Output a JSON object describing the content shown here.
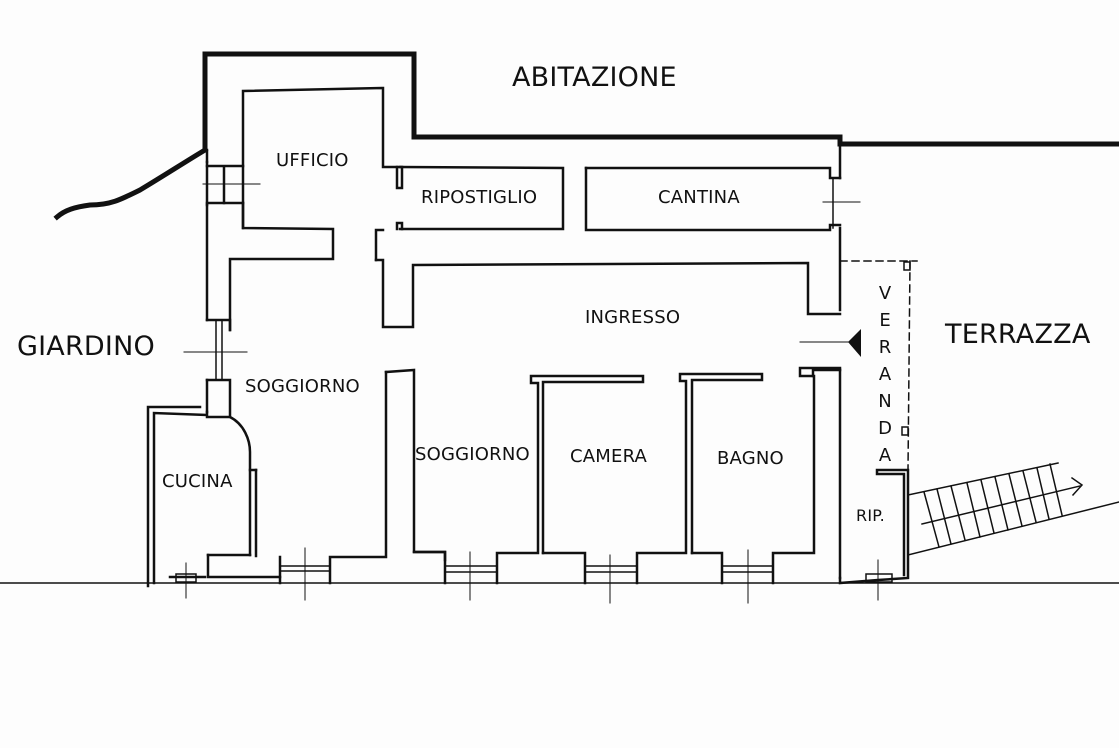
{
  "plan": {
    "title": "ABITAZIONE",
    "outside_labels": {
      "north": "ABITAZIONE",
      "west": "GIARDINO",
      "east": "TERRAZZA"
    },
    "rooms": [
      {
        "id": "ufficio",
        "label": "UFFICIO"
      },
      {
        "id": "ripostiglio",
        "label": "RIPOSTIGLIO"
      },
      {
        "id": "cantina",
        "label": "CANTINA"
      },
      {
        "id": "ingresso",
        "label": "INGRESSO"
      },
      {
        "id": "soggiorno-1",
        "label": "SOGGIORNO"
      },
      {
        "id": "soggiorno-2",
        "label": "SOGGIORNO"
      },
      {
        "id": "camera",
        "label": "CAMERA"
      },
      {
        "id": "bagno",
        "label": "BAGNO"
      },
      {
        "id": "cucina",
        "label": "CUCINA"
      },
      {
        "id": "rip",
        "label": "RIP."
      }
    ],
    "veranda": {
      "label": "VERANDA",
      "letters": [
        "V",
        "E",
        "R",
        "A",
        "N",
        "D",
        "A"
      ]
    },
    "symbols": {
      "entrance_arrow": "entrance-arrow-icon",
      "staircase": "staircase-icon",
      "windows": "window-icon"
    },
    "colors": {
      "wall": "#111111",
      "background": "#fdfdfd",
      "text": "#111111"
    }
  }
}
